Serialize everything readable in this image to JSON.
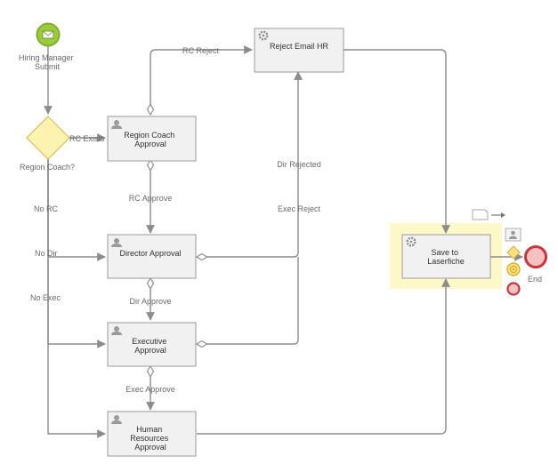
{
  "colors": {
    "start_fill": "#9acb3f",
    "gateway_fill": "#fdf3b0",
    "selection_fill": "#fdf8c7",
    "end_stroke": "#c9353b",
    "end_fill": "#f6c1c3"
  },
  "events": {
    "start": {
      "label": "Hiring Manager Submit",
      "icon": "envelope-icon"
    },
    "end": {
      "label": "End"
    }
  },
  "gateway": {
    "label": "Region Coach?"
  },
  "tasks": {
    "region_coach": {
      "label": "Region Coach Approval",
      "icon": "user-icon"
    },
    "director": {
      "label": "Director Approval",
      "icon": "user-icon"
    },
    "executive": {
      "label": "Executive Approval",
      "icon": "user-icon"
    },
    "hr": {
      "label": "Human Resources Approval",
      "icon": "user-icon"
    },
    "reject_email": {
      "label": "Reject Email HR",
      "icon": "gear-icon"
    },
    "save": {
      "label": "Save to Laserfiche",
      "icon": "gear-icon"
    }
  },
  "flows": {
    "rc_exists": "RC Exists",
    "no_rc": "No RC",
    "no_dir": "No Dir",
    "no_exec": "No Exec",
    "rc_reject": "RC Reject",
    "rc_approve": "RC Approve",
    "dir_rejected": "Dir Rejected",
    "dir_approve": "Dir Approve",
    "exec_reject": "Exec Reject",
    "exec_approve": "Exec Approve"
  }
}
